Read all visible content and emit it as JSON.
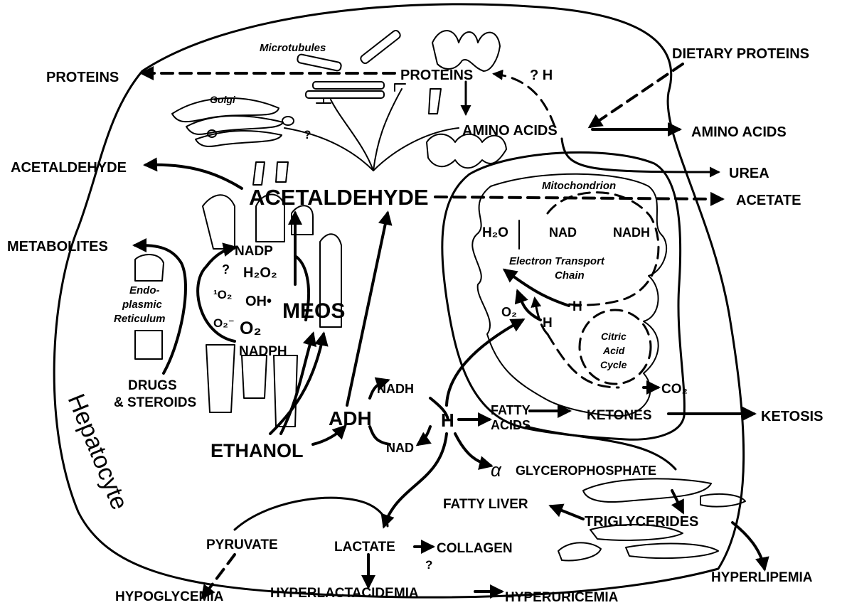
{
  "labels": {
    "proteins_out": "PROTEINS",
    "microtubules": "Microtubules",
    "proteins_in": "PROTEINS",
    "q_h": "? H",
    "dietary_proteins": "DIETARY PROTEINS",
    "golgi": "Golgi",
    "q_golgi": "?",
    "amino_acids_in": "AMINO ACIDS",
    "amino_acids_out": "AMINO ACIDS",
    "acetaldehyde_out": "ACETALDEHYDE",
    "acetaldehyde_main": "ACETALDEHYDE",
    "urea": "UREA",
    "mitochondrion": "Mitochondrion",
    "acetate": "ACETATE",
    "metabolites": "METABOLITES",
    "nadp": "NADP",
    "h2o2": "H₂O₂",
    "q_er": "?",
    "o2_singlet": "¹O₂",
    "oh": "OH•",
    "o2_super": "O₂⁻",
    "o2": "O₂",
    "meos": "MEOS",
    "nadph": "NADPH",
    "er_1": "Endo-",
    "er_2": "plasmic",
    "er_3": "Reticulum",
    "h2o": "H₂O",
    "nad_m": "NAD",
    "nadh_m": "NADH",
    "etc_1": "Electron Transport",
    "etc_2": "Chain",
    "o2_m": "O₂",
    "h_m1": "H",
    "h_m2": "H",
    "cac_1": "Citric",
    "cac_2": "Acid",
    "cac_3": "Cycle",
    "co2": "CO₂",
    "drugs_1": "DRUGS",
    "drugs_2": "& STEROIDS",
    "hepatocyte": "Hepatocyte",
    "nadh_c": "NADH",
    "adh": "ADH",
    "h_c": "H",
    "nad_c": "NAD",
    "fatty_1": "FATTY",
    "fatty_2": "ACIDS",
    "ketones": "KETONES",
    "ketosis": "KETOSIS",
    "ethanol": "ETHANOL",
    "alpha": "α",
    "glycero": "GLYCEROPHOSPHATE",
    "fatty_liver": "FATTY LIVER",
    "triglycerides": "TRIGLYCERIDES",
    "pyruvate": "PYRUVATE",
    "lactate": "LACTATE",
    "collagen": "COLLAGEN",
    "q_collagen": "?",
    "hyperlipemia": "HYPERLIPEMIA",
    "hypoglycemia": "HYPOGLYCEMIA",
    "hyperlactacidemia": "HYPERLACTACIDEMIA",
    "hyperuricemia": "HYPERURICEMIA"
  }
}
